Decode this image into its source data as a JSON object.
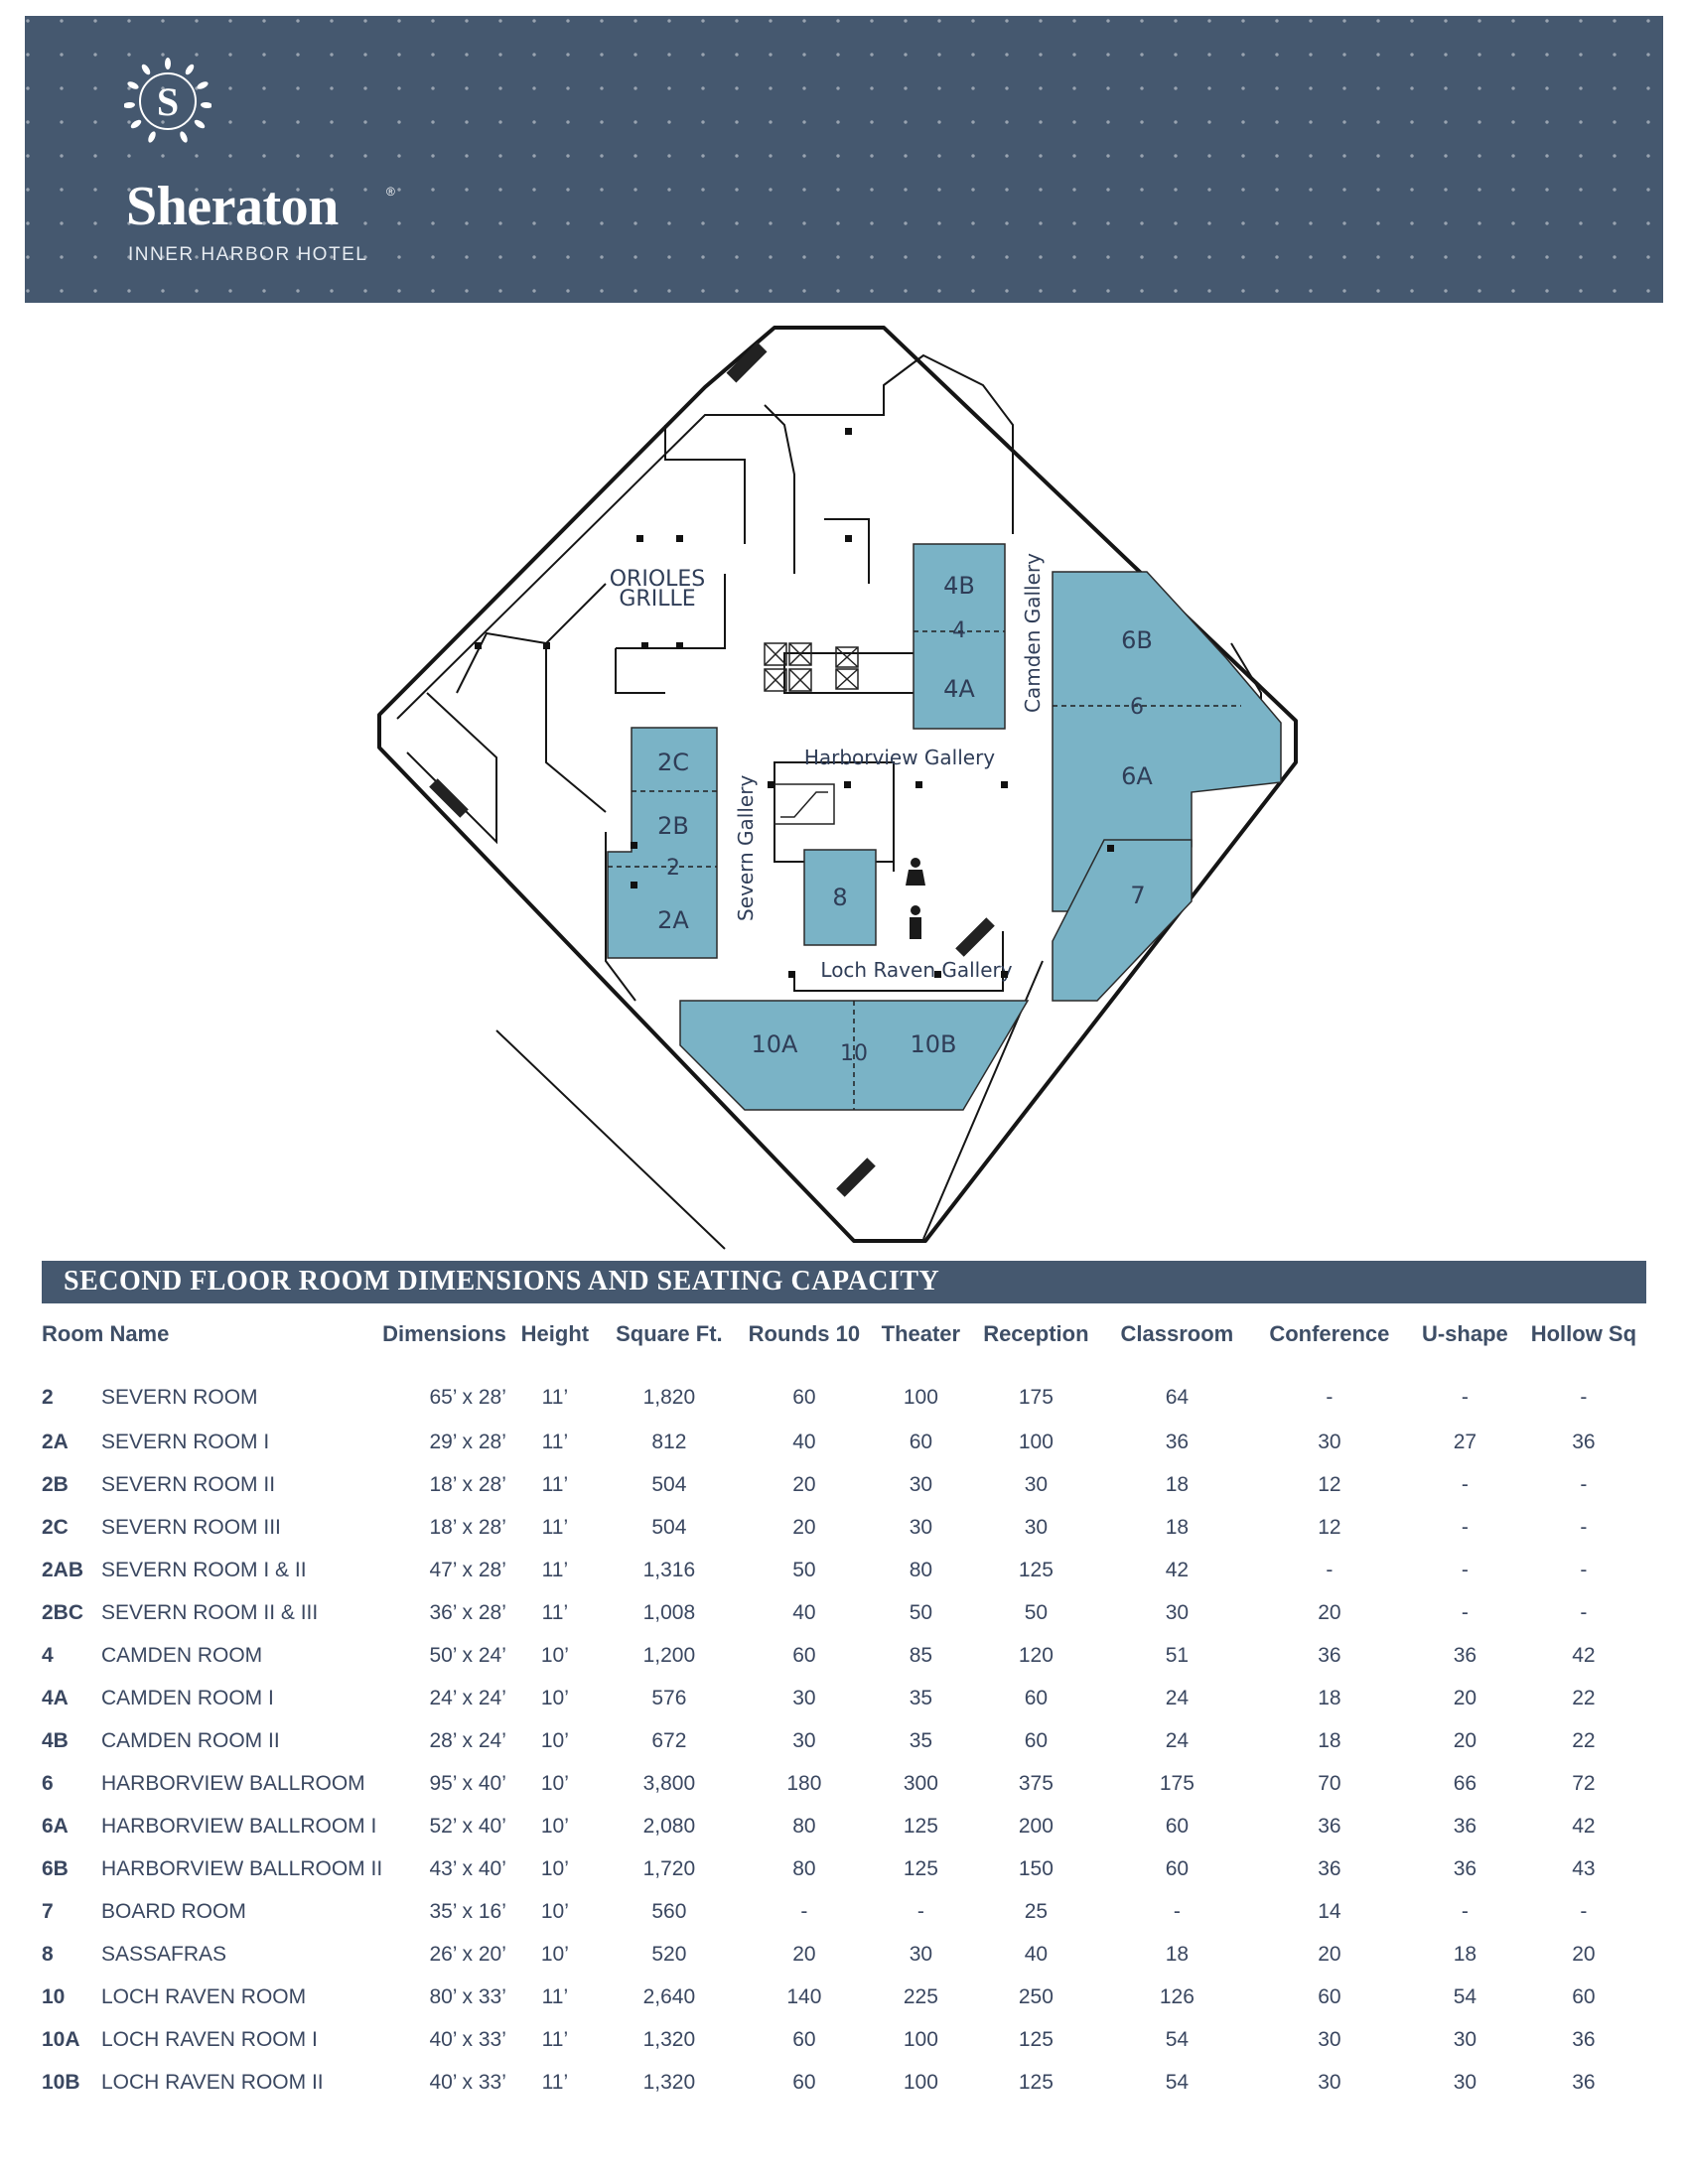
{
  "brand": {
    "name": "Sheraton",
    "registered_mark": "®",
    "subtitle": "INNER HARBOR HOTEL",
    "emblem_letter": "S"
  },
  "floorplan": {
    "labels": {
      "orioles_grille": [
        "ORIOLES",
        "GRILLE"
      ],
      "harborview_gallery": "Harborview Gallery",
      "loch_raven_gallery": "Loch Raven Gallery",
      "severn_gallery": "Severn Gallery",
      "camden_gallery": "Camden Gallery"
    },
    "rooms": {
      "r2": "2",
      "r2a": "2A",
      "r2b": "2B",
      "r2c": "2C",
      "r4": "4",
      "r4a": "4A",
      "r4b": "4B",
      "r6": "6",
      "r6a": "6A",
      "r6b": "6B",
      "r7": "7",
      "r8": "8",
      "r10": "10",
      "r10a": "10A",
      "r10b": "10B"
    }
  },
  "table": {
    "title": "SECOND FLOOR ROOM DIMENSIONS AND SEATING CAPACITY",
    "headers": [
      "Room Name",
      "Dimensions",
      "Height",
      "Square Ft.",
      "Rounds 10",
      "Theater",
      "Reception",
      "Classroom",
      "Conference",
      "U-shape",
      "Hollow Sq"
    ],
    "rows": [
      [
        "2",
        "SEVERN ROOM",
        "65’ x 28’",
        "11’",
        "1,820",
        "60",
        "100",
        "175",
        "64",
        "-",
        "-",
        "-"
      ],
      [
        "2A",
        "SEVERN ROOM I",
        "29’ x 28’",
        "11’",
        "812",
        "40",
        "60",
        "100",
        "36",
        "30",
        "27",
        "36"
      ],
      [
        "2B",
        "SEVERN ROOM II",
        "18’ x 28’",
        "11’",
        "504",
        "20",
        "30",
        "30",
        "18",
        "12",
        "-",
        "-"
      ],
      [
        "2C",
        "SEVERN ROOM III",
        "18’ x 28’",
        "11’",
        "504",
        "20",
        "30",
        "30",
        "18",
        "12",
        "-",
        "-"
      ],
      [
        "2AB",
        "SEVERN ROOM I & II",
        "47’ x 28’",
        "11’",
        "1,316",
        "50",
        "80",
        "125",
        "42",
        "-",
        "-",
        "-"
      ],
      [
        "2BC",
        "SEVERN ROOM II & III",
        "36’ x 28’",
        "11’",
        "1,008",
        "40",
        "50",
        "50",
        "30",
        "20",
        "-",
        "-"
      ],
      [
        "4",
        "CAMDEN ROOM",
        "50’ x 24’",
        "10’",
        "1,200",
        "60",
        "85",
        "120",
        "51",
        "36",
        "36",
        "42"
      ],
      [
        "4A",
        "CAMDEN ROOM I",
        "24’ x 24’",
        "10’",
        "576",
        "30",
        "35",
        "60",
        "24",
        "18",
        "20",
        "22"
      ],
      [
        "4B",
        "CAMDEN ROOM II",
        "28’ x 24’",
        "10’",
        "672",
        "30",
        "35",
        "60",
        "24",
        "18",
        "20",
        "22"
      ],
      [
        "6",
        "HARBORVIEW BALLROOM",
        "95’ x 40’",
        "10’",
        "3,800",
        "180",
        "300",
        "375",
        "175",
        "70",
        "66",
        "72"
      ],
      [
        "6A",
        "HARBORVIEW BALLROOM I",
        "52’ x 40’",
        "10’",
        "2,080",
        "80",
        "125",
        "200",
        "60",
        "36",
        "36",
        "42"
      ],
      [
        "6B",
        "HARBORVIEW BALLROOM II",
        "43’ x 40’",
        "10’",
        "1,720",
        "80",
        "125",
        "150",
        "60",
        "36",
        "36",
        "43"
      ],
      [
        "7",
        "BOARD ROOM",
        "35’ x 16’",
        "10’",
        "560",
        "-",
        "-",
        "25",
        "-",
        "14",
        "-",
        "-"
      ],
      [
        "8",
        "SASSAFRAS",
        "26’ x 20’",
        "10’",
        "520",
        "20",
        "30",
        "40",
        "18",
        "20",
        "18",
        "20"
      ],
      [
        "10",
        "LOCH RAVEN ROOM",
        "80’ x 33’",
        "11’",
        "2,640",
        "140",
        "225",
        "250",
        "126",
        "60",
        "54",
        "60"
      ],
      [
        "10A",
        "LOCH RAVEN ROOM I",
        "40’ x 33’",
        "11’",
        "1,320",
        "60",
        "100",
        "125",
        "54",
        "30",
        "30",
        "36"
      ],
      [
        "10B",
        "LOCH RAVEN ROOM II",
        "40’ x 33’",
        "11’",
        "1,320",
        "60",
        "100",
        "125",
        "54",
        "30",
        "30",
        "36"
      ]
    ]
  }
}
